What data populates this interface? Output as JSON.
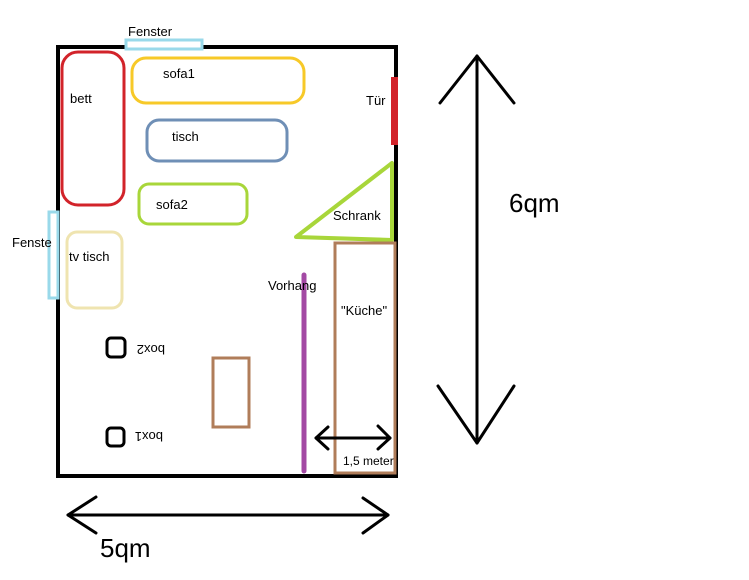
{
  "colors": {
    "walls": "#000000",
    "window": "#99d9ea",
    "bed": "#d2232a",
    "sofa1": "#f7c928",
    "table": "#6f8fb6",
    "sofa2": "#a8d63a",
    "tv_table": "#efe4b0",
    "door": "#d2232a",
    "cabinet": "#a8d63a",
    "kitchen": "#b07d5a",
    "curtain": "#a349a4",
    "small_box": "#b07d5a"
  },
  "labels": {
    "window_top": "Fenster",
    "window_left": "Fenste",
    "bed": "bett",
    "sofa1": "sofa1",
    "table": "tisch",
    "sofa2": "sofa2",
    "tv_table": "tv tisch",
    "door": "Tür",
    "cabinet": "Schrank",
    "curtain": "Vorhang",
    "kitchen": "\"Küche\"",
    "box2": "box2",
    "box1": "box1",
    "kitchen_width": "1,5 meter",
    "room_height": "6qm",
    "room_width": "5qm"
  }
}
